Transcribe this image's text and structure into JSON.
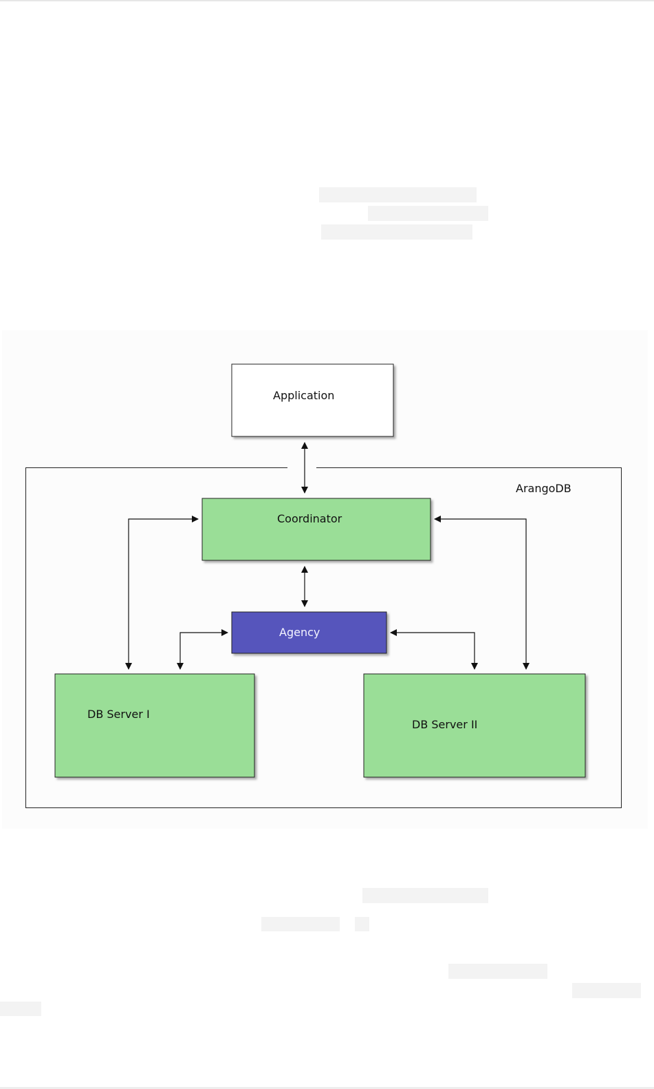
{
  "diagram": {
    "nodes": {
      "application": {
        "label": "Application",
        "fill": "#ffffff"
      },
      "coordinator": {
        "label": "Coordinator",
        "fill": "#9ade97"
      },
      "agency": {
        "label": "Agency",
        "fill": "#5654bc",
        "text_color": "#f4f4ff"
      },
      "db_server_1": {
        "label": "DB Server I",
        "fill": "#9ade97"
      },
      "db_server_2": {
        "label": "DB Server II",
        "fill": "#9ade97"
      }
    },
    "container": {
      "label": "ArangoDB"
    },
    "colors": {
      "stroke": "#222222",
      "edge": "#111111",
      "shadow": "#9a9a9a"
    }
  }
}
